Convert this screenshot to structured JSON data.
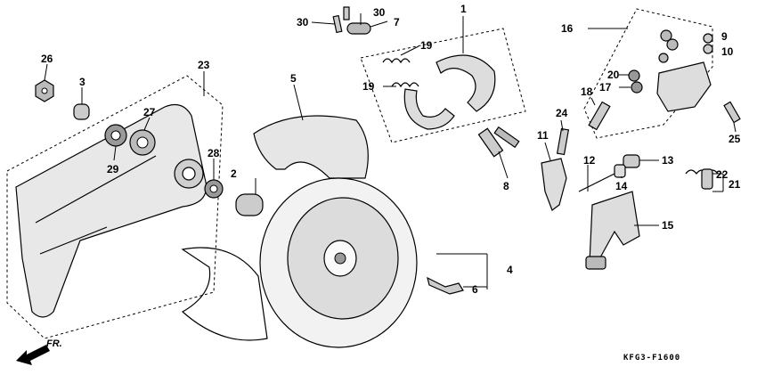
{
  "diagram": {
    "direction_label": "FR.",
    "code": "KFG3-F1600",
    "callouts": [
      "1",
      "2",
      "3",
      "4",
      "5",
      "6",
      "7",
      "8",
      "9",
      "10",
      "11",
      "12",
      "13",
      "14",
      "15",
      "16",
      "17",
      "18",
      "19",
      "19",
      "20",
      "21",
      "22",
      "23",
      "24",
      "25",
      "26",
      "27",
      "28",
      "29",
      "30",
      "30"
    ]
  }
}
